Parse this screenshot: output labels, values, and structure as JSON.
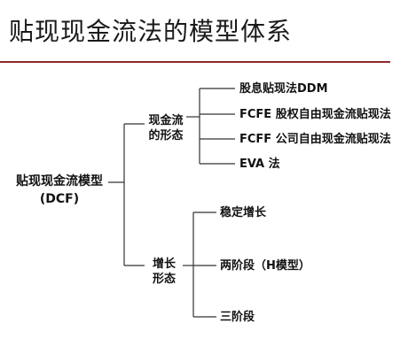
{
  "title": "贴现现金流法的模型体系",
  "root": {
    "line1": "贴现现金流模型",
    "line2": "(DCF)"
  },
  "branches": [
    {
      "label_line1": "现金流",
      "label_line2": "的形态",
      "leaves": [
        "股息贴现法DDM",
        "FCFE 股权自由现金流贴现法",
        "FCFF 公司自由现金流贴现法",
        "EVA 法"
      ]
    },
    {
      "label_line1": "增长",
      "label_line2": "形态",
      "leaves": [
        "稳定增长",
        "两阶段（H模型）",
        "三阶段"
      ]
    }
  ]
}
